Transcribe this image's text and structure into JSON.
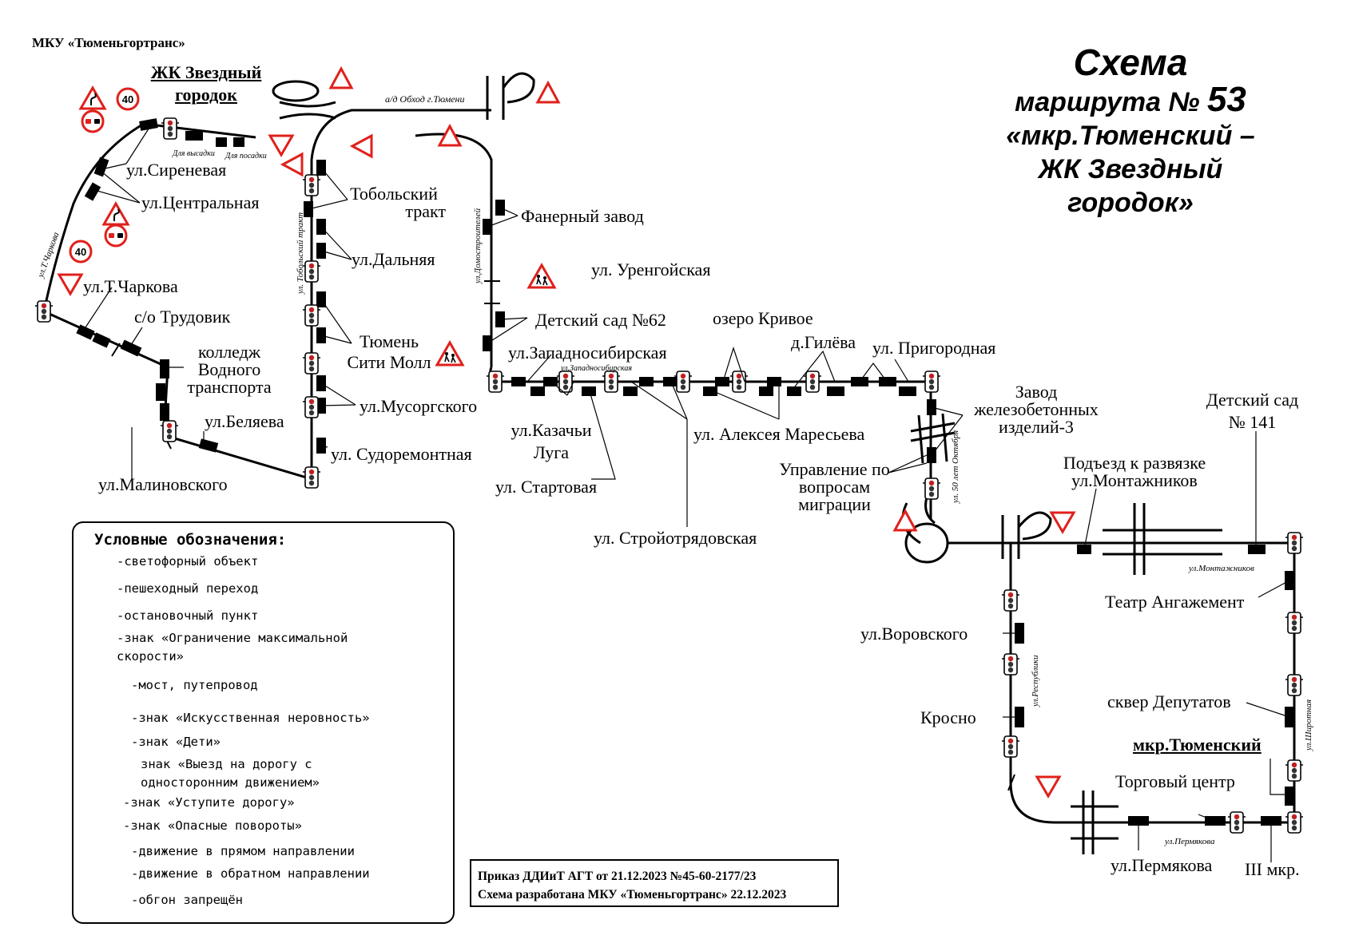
{
  "organization": "МКУ «Тюменьгортранс»",
  "title": {
    "line1": "Схема",
    "line2_prefix": "маршрута №",
    "route_number": "53",
    "line3": "«мкр.Тюменский –",
    "line4": "ЖК Звездный",
    "line5": "городок»"
  },
  "terminals": {
    "start": "ЖК Звездный городок",
    "start_line1": "ЖК Звездный",
    "start_line2": "городок",
    "end": "мкр.Тюменский"
  },
  "stops": {
    "sirenevaya": "ул.Сиреневая",
    "centralnaya": "ул.Центральная",
    "t_charkova": "ул.Т.Чаркова",
    "so_trudovik": "с/о Трудовик",
    "college_1": "колледж",
    "college_2": "Водного",
    "college_3": "транспорта",
    "belyaeva": "ул.Беляева",
    "malinovskogo": "ул.Малиновского",
    "tobolsky_1": "Тобольский",
    "tobolsky_2": "тракт",
    "dalnyaya": "ул.Дальняя",
    "mall_1": "Тюмень",
    "mall_2": "Сити Молл",
    "musorgskogo": "ул.Мусоргского",
    "sudoremontnaya": "ул. Судоремонтная",
    "fanerny": "Фанерный завод",
    "urengoyskaya": "ул. Уренгойская",
    "detsad62": "Детский сад №62",
    "zapadnosibirskaya": "ул.Западносибирская",
    "kazachi_1": "ул.Казачьи",
    "kazachi_2": "Луга",
    "startovaya": "ул. Стартовая",
    "stroyotryadovskaya": "ул. Стройотрядовская",
    "ozero": "озеро Кривое",
    "gileva": "д.Гилёва",
    "prigorodnaya": "ул. Пригородная",
    "maresyeva": "ул. Алексея Маресьева",
    "zavod_1": "Завод",
    "zavod_2": "железобетонных",
    "zavod_3": "изделий-3",
    "upravlenie_1": "Управление по",
    "upravlenie_2": "вопросам",
    "upravlenie_3": "миграции",
    "podezd_1": "Подъезд к развязке",
    "podezd_2": "ул.Монтажников",
    "detsad141_1": "Детский сад",
    "detsad141_2": "№ 141",
    "teatr": "Театр Ангажемент",
    "vorovskogo": "ул.Воровского",
    "krosno": "Кросно",
    "skver": "сквер Депутатов",
    "torgovy": "Торговый центр",
    "permyakova": "ул.Пермякова",
    "mkr3": "III мкр."
  },
  "street_labels": {
    "obkhod": "а/д Обход г.Тюмени",
    "t_charkova_st": "ул.Т.Чаркова",
    "tobolsky_st": "ул. Тобольский тракт",
    "domostroiteley": "ул.Домостроителей",
    "zapadnosib_st": "ул.Западносибирская",
    "let50": "ул. 50 лет Октября",
    "respubliki": "ул.Республики",
    "montazhnikov": "ул.Монтажников",
    "shirotnaya": "ул.Широтная",
    "permyakova_st": "ул.Пермякова",
    "drop_off": "Для высадки",
    "pick_up": "Для посадки"
  },
  "speed_limit": "40",
  "legend": {
    "title": "Условные обозначения:",
    "items": [
      "-светофорный объект",
      "-пешеходный переход",
      "-остановочный пункт",
      "-знак «Ограничение максимальной\nскорости»",
      "-мост, путепровод",
      "-знак «Искусственная неровность»",
      "-знак «Дети»",
      "знак «Выезд на дорогу с\nодносторонним движением»",
      "-знак «Уступите дорогу»",
      "-знак «Опасные повороты»",
      "-движение в прямом направлении",
      "-движение в обратном направлении",
      "-обгон запрещён"
    ],
    "icons": [
      "traffic-light-icon",
      "pedestrian-crossing-icon",
      "bus-stop-icon",
      "speed-limit-sign-icon",
      "bridge-icon",
      "speed-bump-sign-icon",
      "children-sign-icon",
      "one-way-exit-sign-icon",
      "yield-sign-icon",
      "dangerous-curves-sign-icon",
      "forward-direction-arrow-icon",
      "reverse-direction-arrow-icon",
      "no-overtaking-sign-icon"
    ]
  },
  "order": {
    "line1": "Приказ ДДИиТ АГТ от 21.12.2023 №45-60-2177/23",
    "line2": "Схема разработана МКУ «Тюменьгортранс» 22.12.2023"
  },
  "colors": {
    "line": "#000000",
    "sign_red": "#e0201b",
    "forward": "#e0201b",
    "reverse": "#1f3fd0"
  }
}
